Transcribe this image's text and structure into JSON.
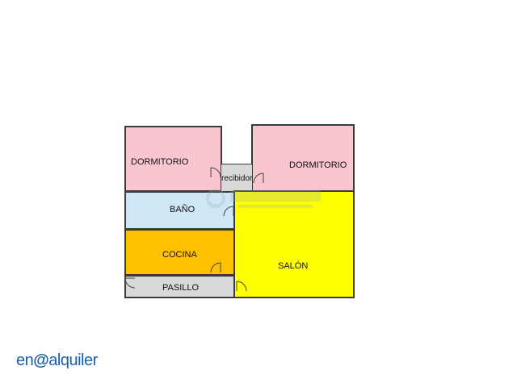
{
  "floorplan": {
    "rooms": [
      {
        "id": "dormitorio-1",
        "label": "DORMITORIO",
        "color": "#f9c6d0"
      },
      {
        "id": "dormitorio-2",
        "label": "DORMITORIO",
        "color": "#f9c6d0"
      },
      {
        "id": "recibidor",
        "label": "recibidor",
        "color": "#d9d9d9"
      },
      {
        "id": "bano",
        "label": "BAÑO",
        "color": "#cfe6f7"
      },
      {
        "id": "cocina",
        "label": "COCINA",
        "color": "#ffc000"
      },
      {
        "id": "salon",
        "label": "SALÓN",
        "color": "#ffff00"
      },
      {
        "id": "pasillo",
        "label": "PASILLO",
        "color": "#d9d9d9"
      }
    ]
  },
  "logo": {
    "part1": "en",
    "part2": "alquiler",
    "color": "#1a5fa8"
  }
}
